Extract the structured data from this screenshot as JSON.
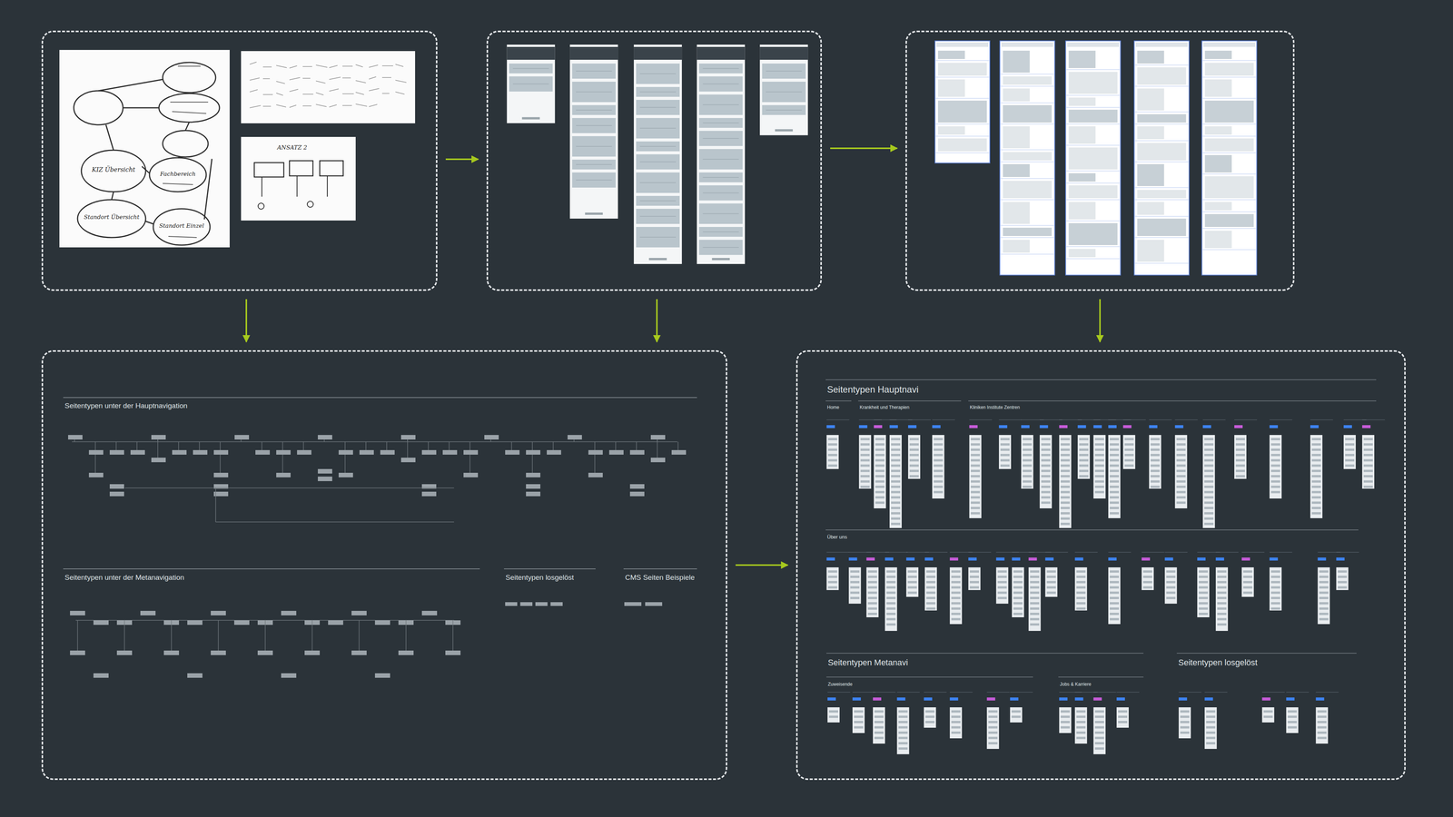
{
  "diagram": {
    "nodes": [
      {
        "text": []
      },
      {
        "text": []
      },
      {
        "text": []
      },
      {
        "text": [
          "Seitentypen unter der Hauptnavigation",
          "Seitentypen unter der Metanavigation",
          "Seitentypen losgelöst",
          "CMS Seiten Beispiele"
        ]
      },
      {
        "text": [
          "Seitentypen Hauptnavi",
          "Home",
          "Krankheit und Therapien",
          "Kliniken Institute Zentren",
          "Über uns",
          "Seitentypen Metanavi",
          "Zuweisende",
          "Jobs & Karriere",
          "Seitentypen losgelöst"
        ]
      }
    ],
    "edges": [
      {
        "from": 0,
        "to": 1,
        "arrow": "to"
      },
      {
        "from": 1,
        "to": 2,
        "arrow": "to"
      },
      {
        "from": 0,
        "to": 3,
        "arrow": "to"
      },
      {
        "from": 1,
        "to": 3,
        "arrow": "to"
      },
      {
        "from": 2,
        "to": 4,
        "arrow": "to"
      },
      {
        "from": 3,
        "to": 4,
        "arrow": "to"
      }
    ],
    "labels": [
      "KIZ Übersicht",
      "Fachbereich",
      "Standort Übersicht",
      "Standort Einzel",
      "ANSATZ 2"
    ]
  }
}
